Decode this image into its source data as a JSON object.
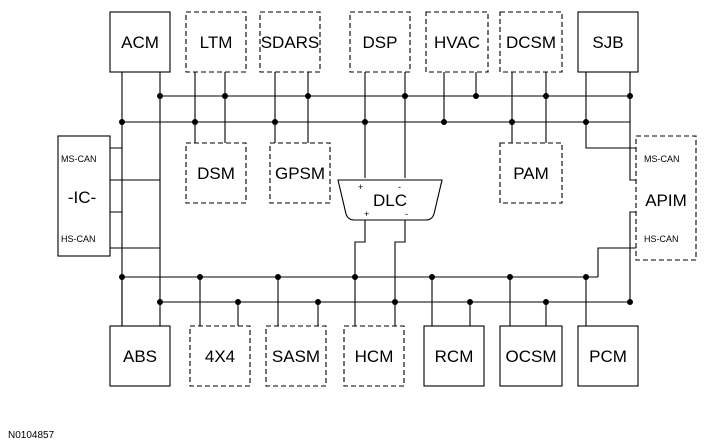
{
  "modules": {
    "acm": "ACM",
    "ltm": "LTM",
    "sdars": "SDARS",
    "dsp": "DSP",
    "hvac": "HVAC",
    "dcsm": "DCSM",
    "sjb": "SJB",
    "dsm": "DSM",
    "gpsm": "GPSM",
    "pam": "PAM",
    "dlc": "DLC",
    "ic": "-IC-",
    "apim": "APIM",
    "abs": "ABS",
    "fourx4": "4X4",
    "sasm": "SASM",
    "hcm": "HCM",
    "rcm": "RCM",
    "ocsm": "OCSM",
    "pcm": "PCM"
  },
  "network_labels": {
    "ic_ms_can": "MS-CAN",
    "ic_hs_can": "HS-CAN",
    "apim_ms_can": "MS-CAN",
    "apim_hs_can": "HS-CAN"
  },
  "pin_labels": {
    "plus": "+",
    "minus": "-"
  },
  "figure_id": "N0104857"
}
